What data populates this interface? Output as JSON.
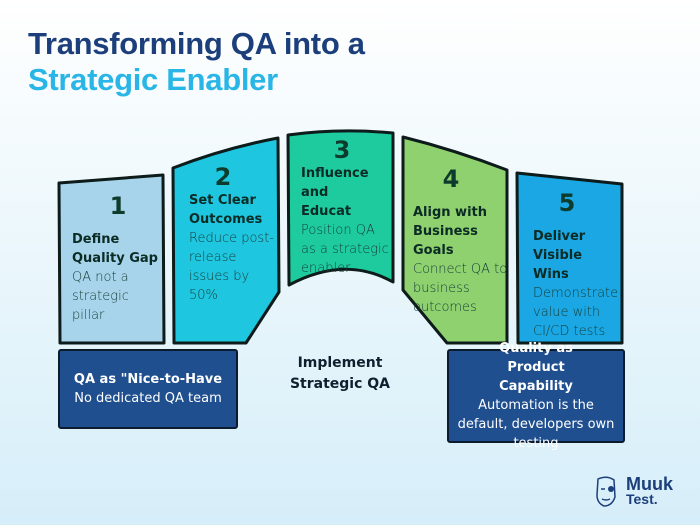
{
  "title": {
    "line1": "Transforming QA into a",
    "line2": "Strategic Enabler"
  },
  "steps": [
    {
      "number": "1",
      "heading": "Define Quality Gap",
      "description": "QA not a strategic pillar",
      "color": "#a7d4ea"
    },
    {
      "number": "2",
      "heading": "Set Clear Outcomes",
      "description": "Reduce post-release issues by 50%",
      "color": "#1ec6df"
    },
    {
      "number": "3",
      "heading": "Influence and Educat",
      "description": "Position QA as a strategic enabler",
      "color": "#1ecb9f"
    },
    {
      "number": "4",
      "heading": "Align with Business Goals",
      "description": "Connect QA to business outcomes",
      "color": "#8fd06f"
    },
    {
      "number": "5",
      "heading": "Deliver Visible Wins",
      "description": "Demonstrate value with CI/CD tests",
      "color": "#1aa7e3"
    }
  ],
  "from_state": {
    "heading": "QA as \"Nice-to-Have",
    "description": "No dedicated QA team"
  },
  "center_label": "Implement Strategic QA",
  "to_state": {
    "heading": "Quality as Product Capability",
    "description": "Automation is the default, developers own testing"
  },
  "logo": {
    "line1": "Muuk",
    "line2": "Test."
  }
}
